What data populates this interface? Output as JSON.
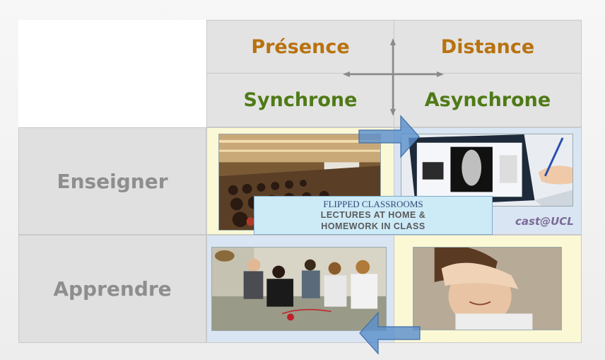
{
  "columns": {
    "presence": "Présence",
    "distance": "Distance",
    "synchrone": "Synchrone",
    "asynchrone": "Asynchrone"
  },
  "rows": {
    "enseigner": "Enseigner",
    "apprendre": "Apprendre"
  },
  "podcast_label": "cast@UCL",
  "flipped": {
    "title": "FLIPPED CLASSROOMS",
    "line1": "LECTURES AT HOME &",
    "line2": "HOMEWORK IN CLASS"
  },
  "colors": {
    "header_orange": "#b8720e",
    "header_green": "#4f7a17",
    "row_grey": "#8e8e8e",
    "arrow_blue": "#5b90cc"
  }
}
